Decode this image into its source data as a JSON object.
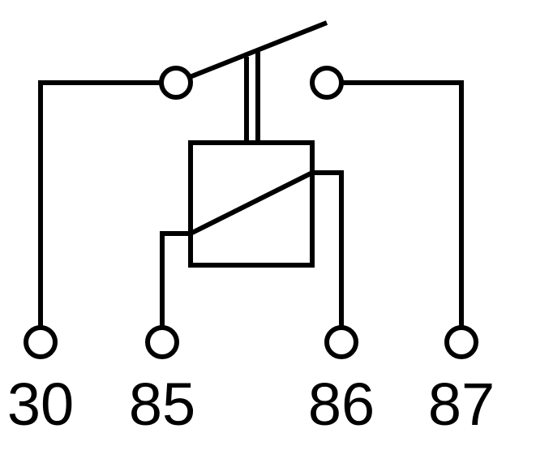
{
  "diagram": {
    "stroke_color": "#000000",
    "background_color": "#ffffff",
    "pins": [
      {
        "id": "30",
        "label": "30"
      },
      {
        "id": "85",
        "label": "85"
      },
      {
        "id": "86",
        "label": "86"
      },
      {
        "id": "87",
        "label": "87"
      }
    ]
  }
}
